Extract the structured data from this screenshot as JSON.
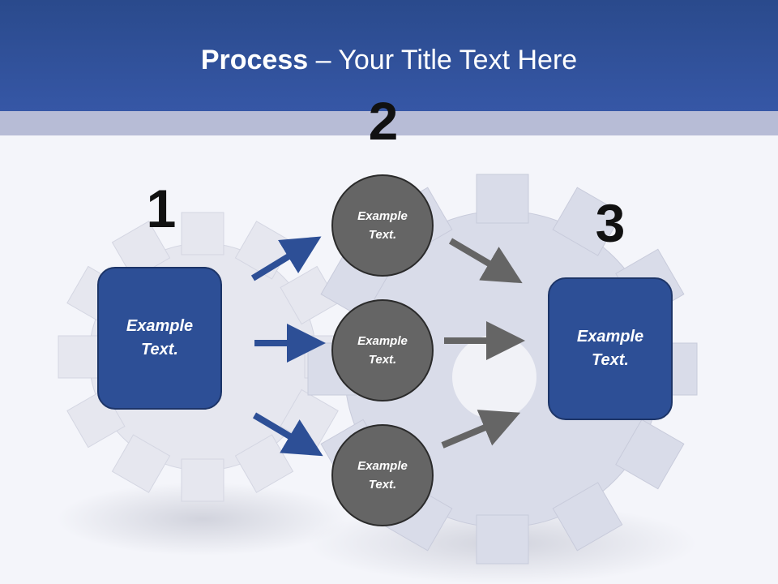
{
  "slide": {
    "title_bold": "Process",
    "title_rest": " – Your Title Text Here"
  },
  "steps": [
    {
      "number": "1",
      "box_text": "Example Text."
    },
    {
      "number": "2",
      "circles": [
        "Example Text.",
        "Example Text.",
        "Example Text."
      ]
    },
    {
      "number": "3",
      "box_text": "Example Text."
    }
  ],
  "colors": {
    "header": "#3657a6",
    "box": "#2d4f96",
    "circle": "#656565",
    "arrow_blue": "#2d4f96",
    "arrow_gray": "#656565",
    "gear": "#dde0ec"
  },
  "icons": {
    "background": "gear-icon",
    "connectors": "arrow-right-icon"
  }
}
